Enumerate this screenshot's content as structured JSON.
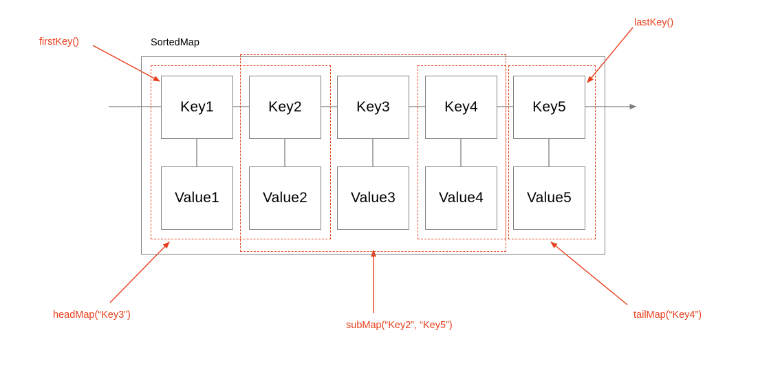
{
  "diagram": {
    "title": "SortedMap structure with navigation methods",
    "container_label": "SortedMap",
    "accent_color": "#E8401C",
    "line_color": "#7f7f7f",
    "entries": [
      {
        "key": "Key1",
        "value": "Value1"
      },
      {
        "key": "Key2",
        "value": "Value2"
      },
      {
        "key": "Key3",
        "value": "Value3"
      },
      {
        "key": "Key4",
        "value": "Value4"
      },
      {
        "key": "Key5",
        "value": "Value5"
      }
    ],
    "annotations": [
      {
        "id": "first-key",
        "label": "firstKey()",
        "target": "Key1 top-left corner"
      },
      {
        "id": "last-key",
        "label": "lastKey()",
        "target": "Key5 top-right corner"
      },
      {
        "id": "head-map",
        "label": "headMap(“Key3”)",
        "target": "Key1 and Key2 region"
      },
      {
        "id": "sub-map",
        "label": "subMap(“Key2”, “Key5”)",
        "target": "Key2 through Key4 region"
      },
      {
        "id": "tail-map",
        "label": "tailMap(“Key4”)",
        "target": "Key4 and Key5 region"
      }
    ],
    "regions": [
      {
        "id": "head-map-region",
        "label": "headMap region"
      },
      {
        "id": "sub-map-region",
        "label": "subMap region"
      },
      {
        "id": "key4-region",
        "label": "Key4 region"
      },
      {
        "id": "tail-map-region",
        "label": "tailMap region"
      }
    ]
  }
}
